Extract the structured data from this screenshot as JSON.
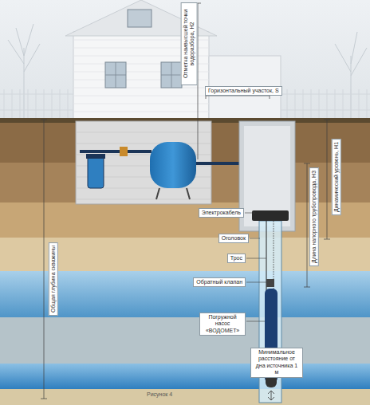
{
  "diagram": {
    "nodes": [
      {
        "text": [
          "Отметка наивысшей точки водоразбора, H2"
        ]
      },
      {
        "text": [
          "Горизонтальный участок, S"
        ]
      },
      {
        "text": [
          "Динамический уровень, H1"
        ]
      },
      {
        "text": [
          "Длина напорного трубопровода, H3"
        ]
      },
      {
        "text": [
          "Общая глубина скважины"
        ]
      },
      {
        "text": [
          "Электрокабель"
        ]
      },
      {
        "text": [
          "Оголовок"
        ]
      },
      {
        "text": [
          "Трос"
        ]
      },
      {
        "text": [
          "Обратный клапан"
        ]
      },
      {
        "text": [
          "Погружной насос «ВОДОМЕТ»"
        ]
      },
      {
        "text": [
          "Минимальное расстояние от дна источника 1 м"
        ]
      }
    ],
    "labels": [
      "Рисунок 4"
    ]
  }
}
